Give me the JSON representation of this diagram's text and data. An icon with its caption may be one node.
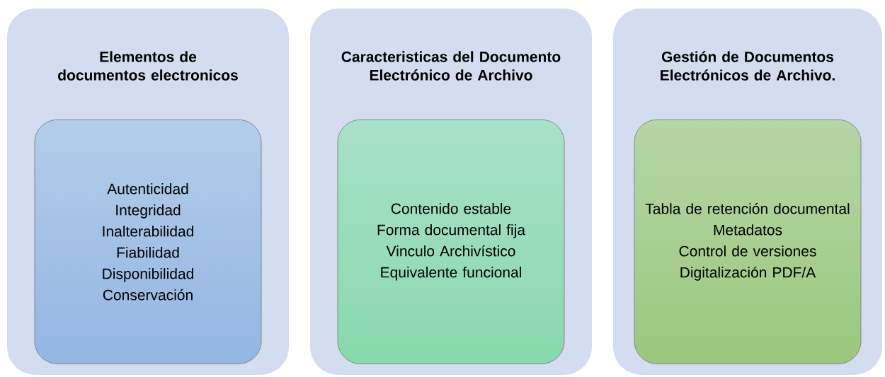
{
  "diagram": {
    "nodes": [
      {
        "text": [
          "Elementos de documentos electronicos"
        ]
      },
      {
        "text": [
          "Autenticidad",
          "Integridad",
          "Inalterabilidad",
          "Fiabilidad",
          "Disponibilidad",
          "Conservación"
        ],
        "in": 0
      },
      {
        "text": [
          "Caracteristicas del Documento Electrónico de Archivo"
        ]
      },
      {
        "text": [
          "Contenido estable",
          "Forma documental fija",
          "Vinculo Archivístico",
          "Equivalente funcional"
        ],
        "in": 2
      },
      {
        "text": [
          "Gestión de Documentos Electrónicos de Archivo."
        ]
      },
      {
        "text": [
          "Tabla de retención documental",
          "Metadatos",
          "Control de versiones",
          "Digitalización PDF/A"
        ],
        "in": 4
      }
    ]
  }
}
